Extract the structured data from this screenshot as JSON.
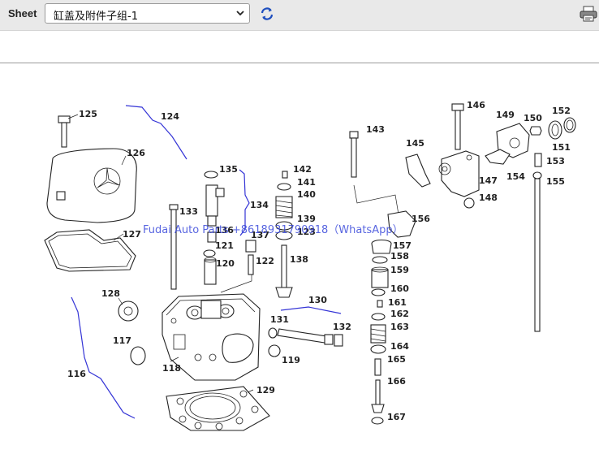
{
  "toolbar": {
    "sheet_label": "Sheet",
    "sheet_value": "缸盖及附件子组-1",
    "refresh_icon": "refresh-icon",
    "print_icon": "print-icon"
  },
  "diagram": {
    "watermark": "Fudai Auto Parts +8618931790918（WhatsApp）",
    "labels": {
      "l116": "116",
      "l117": "117",
      "l118": "118",
      "l119": "119",
      "l120": "120",
      "l121": "121",
      "l122": "122",
      "l123": "123",
      "l124": "124",
      "l125": "125",
      "l126": "126",
      "l127": "127",
      "l128": "128",
      "l129": "129",
      "l130": "130",
      "l131": "131",
      "l132": "132",
      "l133": "133",
      "l134": "134",
      "l135": "135",
      "l136": "136",
      "l137": "137",
      "l138": "138",
      "l139": "139",
      "l140": "140",
      "l141": "141",
      "l142": "142",
      "l143": "143",
      "l145": "145",
      "l146": "146",
      "l147": "147",
      "l148": "148",
      "l149": "149",
      "l150": "150",
      "l151": "151",
      "l152": "152",
      "l153": "153",
      "l154": "154",
      "l155": "155",
      "l156": "156",
      "l157": "157",
      "l158": "158",
      "l159": "159",
      "l160": "160",
      "l161": "161",
      "l162": "162",
      "l163": "163",
      "l164": "164",
      "l165": "165",
      "l166": "166",
      "l167": "167"
    }
  }
}
